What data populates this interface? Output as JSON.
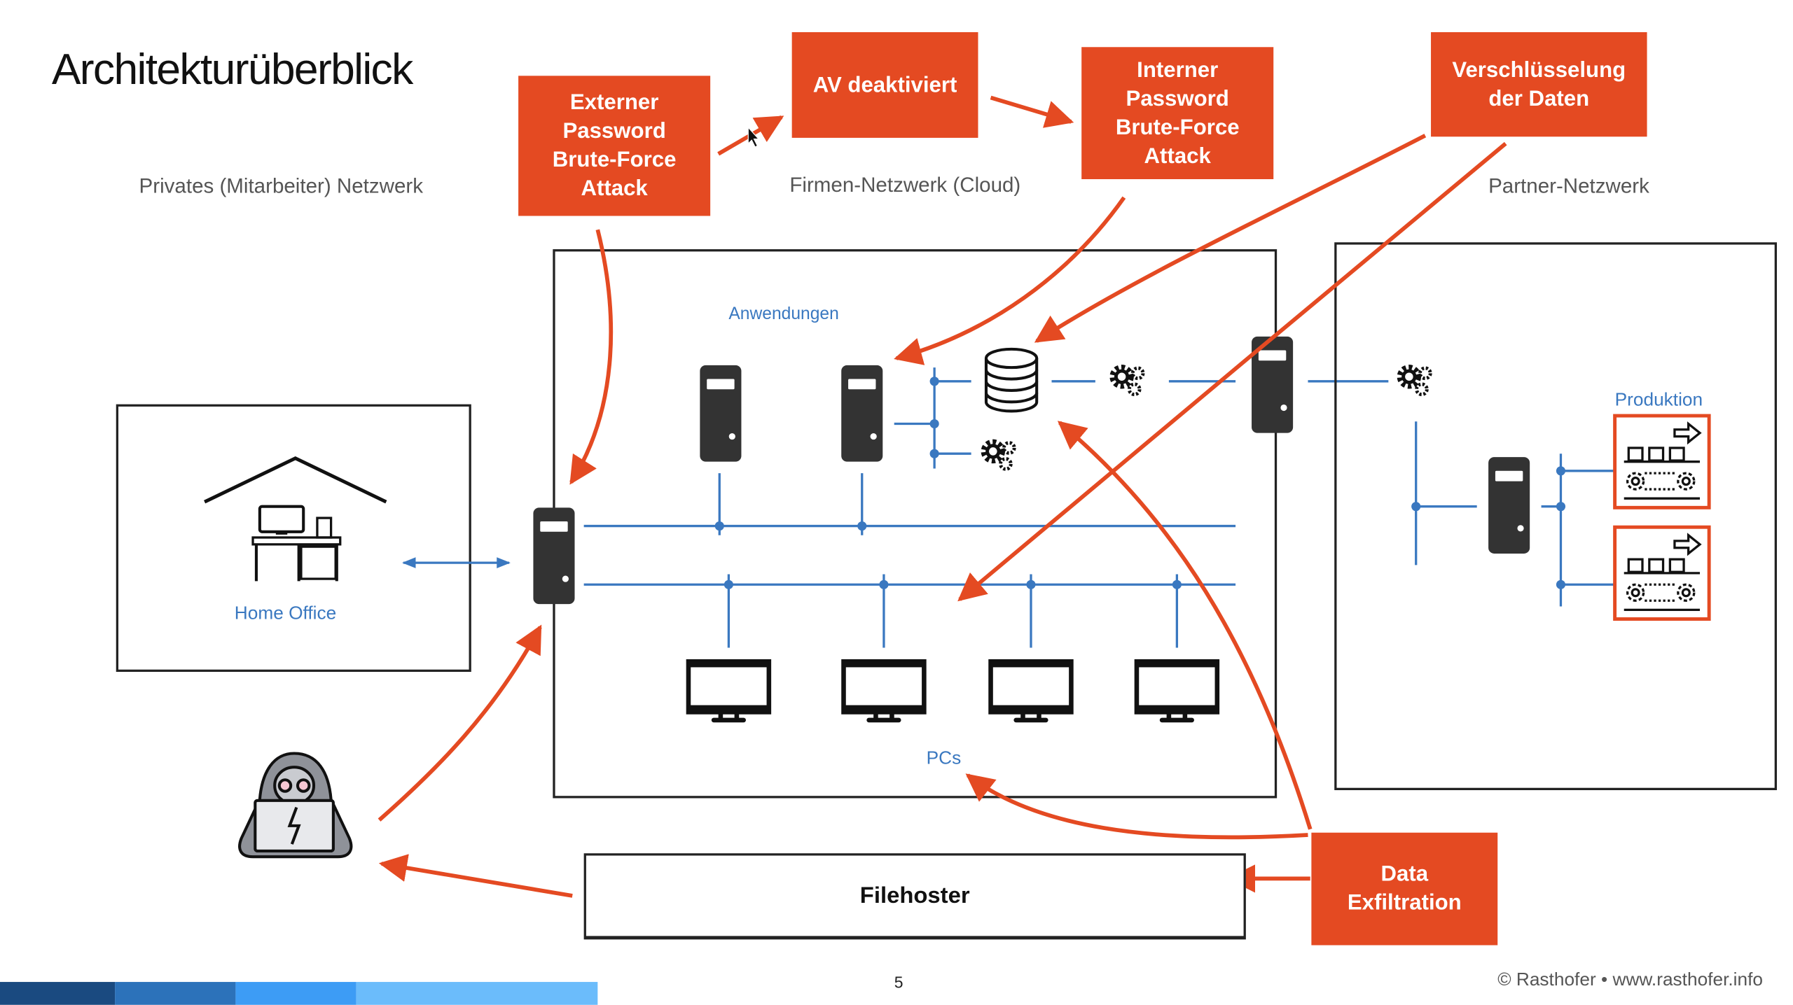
{
  "slide": {
    "title": "Architekturüberblick",
    "page_number": "5",
    "copyright": "© Rasthofer • www.rasthofer.info"
  },
  "zones": {
    "private": "Privates (Mitarbeiter) Netzwerk",
    "company": "Firmen-Netzwerk (Cloud)",
    "partner": "Partner-Netzwerk"
  },
  "labels": {
    "home_office": "Home Office",
    "applications": "Anwendungen",
    "pcs": "PCs",
    "production": "Produktion",
    "filehoster": "Filehoster"
  },
  "attack_steps": [
    {
      "id": "external-brute-force",
      "label": "Externer\nPassword\nBrute-Force\nAttack"
    },
    {
      "id": "av-disabled",
      "label": "AV deaktiviert"
    },
    {
      "id": "internal-brute-force",
      "label": "Interner\nPassword\nBrute-Force\nAttack"
    },
    {
      "id": "encryption",
      "label": "Verschlüsselung\nder Daten"
    },
    {
      "id": "data-exfiltration",
      "label": "Data\nExfiltration"
    }
  ],
  "colors": {
    "attack_red": "#e44a22",
    "network_blue": "#3a78c0",
    "server_dark": "#333333",
    "footer_blues": [
      "#1a4a80",
      "#2c72ba",
      "#3d9cf5",
      "#6bbcfb"
    ]
  },
  "icons": {
    "servers": [
      "gateway-server",
      "app-server-1",
      "app-server-2",
      "cloud-edge-server",
      "partner-server"
    ],
    "pcs_count": 4,
    "production_lines_count": 2
  }
}
